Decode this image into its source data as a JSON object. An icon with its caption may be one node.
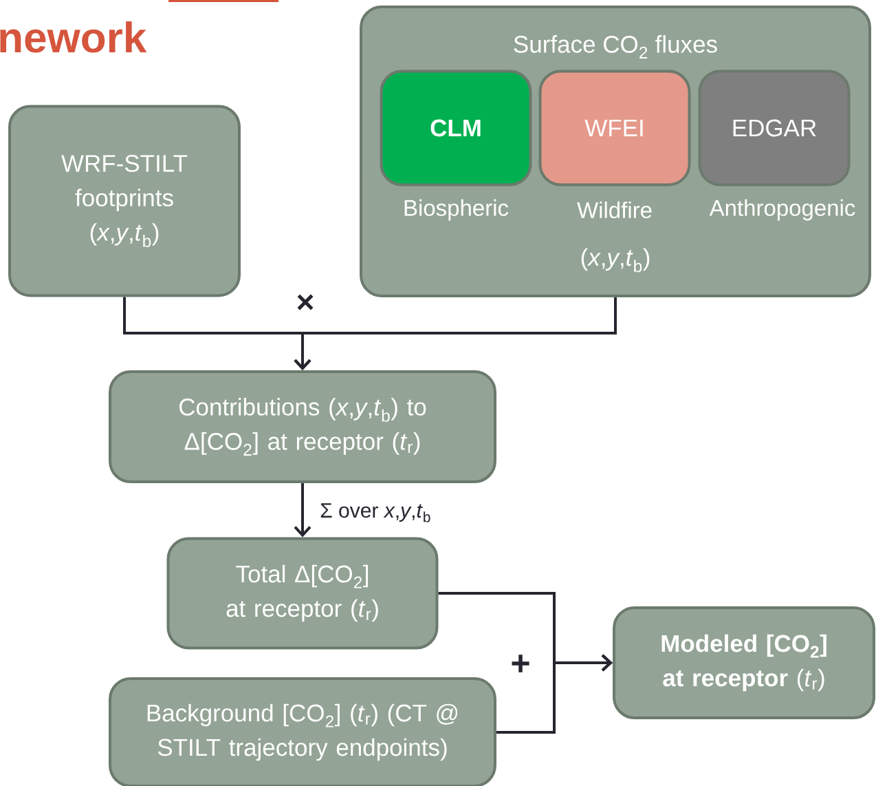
{
  "diagram": {
    "title": "nework",
    "nodes": [
      {
        "text": [
          "WRF-STILT footprints (*x*,*y*,*t*$_{b}$)"
        ]
      },
      {
        "text": [
          "Surface CO$_{2}$ fluxes",
          "(*x*,*y*,*t*$_{b}$)"
        ]
      },
      {
        "text": [
          "CLM"
        ],
        "in": 1,
        "beside": [
          "Biospheric"
        ]
      },
      {
        "text": [
          "WFEI"
        ],
        "in": 1,
        "beside": [
          "Wildfire"
        ]
      },
      {
        "text": [
          "EDGAR"
        ],
        "in": 1,
        "beside": [
          "Anthropogenic"
        ]
      },
      {
        "text": [
          "Contributions (*x*,*y*,*t*$_{b}$) to Δ[CO$_{2}$] at receptor (*t*$_{r}$)"
        ]
      },
      {
        "text": [
          "Total Δ[CO$_{2}$] at receptor (*t*$_{r}$)"
        ]
      },
      {
        "text": [
          "Background [CO$_{2}$] (*t*$_{r}$) (CT @ STILT trajectory endpoints)"
        ]
      },
      {
        "text": [
          "**Modeled [CO$_{2}$] at receptor** (*t*$_{r}$)"
        ]
      }
    ],
    "edges": [
      {
        "from": 0,
        "to": 5,
        "arrow": "to",
        "label": "×"
      },
      {
        "from": 1,
        "to": 5,
        "arrow": "to"
      },
      {
        "from": 5,
        "to": 6,
        "arrow": "to",
        "label": "Σ over *x*,*y*,*t*$_{b}$"
      },
      {
        "from": 6,
        "to": 8,
        "arrow": "to",
        "label": "+"
      },
      {
        "from": 7,
        "to": 8,
        "arrow": "to"
      }
    ]
  }
}
